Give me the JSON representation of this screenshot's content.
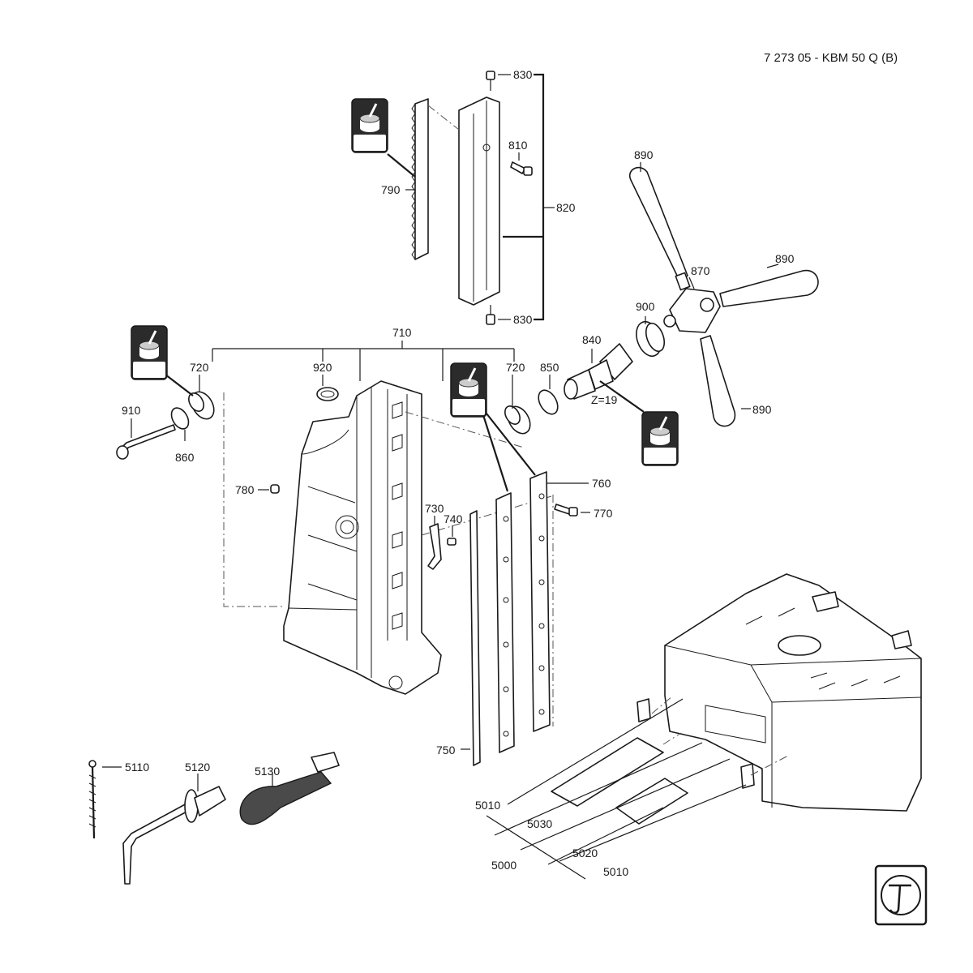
{
  "header": {
    "doc_title": "7 273 05 - KBM 50 Q (B)"
  },
  "callouts": {
    "p830a": "830",
    "p830b": "830",
    "p810": "810",
    "p820": "820",
    "p790": "790",
    "p890a": "890",
    "p890b": "890",
    "p890c": "890",
    "p870": "870",
    "p900": "900",
    "p840": "840",
    "p850": "850",
    "z19": "Z=19",
    "p710": "710",
    "p920": "920",
    "p720a": "720",
    "p720b": "720",
    "p910": "910",
    "p860": "860",
    "p780": "780",
    "p730": "730",
    "p740": "740",
    "p760": "760",
    "p770": "770",
    "p750": "750",
    "p5110": "5110",
    "p5120": "5120",
    "p5130": "5130",
    "p5010a": "5010",
    "p5030": "5030",
    "p5000": "5000",
    "p5020": "5020",
    "p5010b": "5010"
  },
  "icons": {
    "grease_symbol": "grease-brush-icon",
    "brand_logo": "fein-logo-icon"
  },
  "colors": {
    "ink": "#1a1a1a",
    "icon_fill": "#2b2b2b",
    "paper": "#ffffff"
  }
}
